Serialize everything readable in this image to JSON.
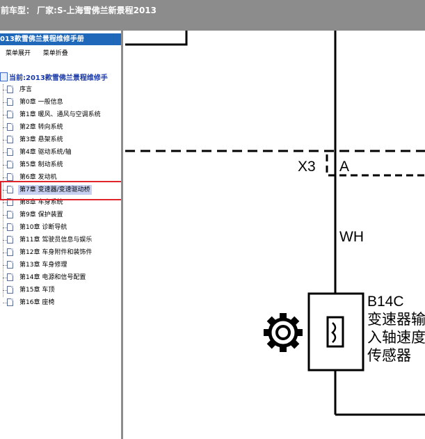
{
  "window": {
    "title": "前车型：  厂家:S-上海雪佛兰新景程2013"
  },
  "sidebar": {
    "manual_title": "013款雪佛兰景程维修手册",
    "expand_label": "菜单展开",
    "collapse_label": "菜单折叠",
    "root_label": "当前:2013款雪佛兰景程维修手",
    "items": [
      {
        "label": "序言"
      },
      {
        "label": "第0章 一般信息"
      },
      {
        "label": "第1章 暖风、通风与空调系统"
      },
      {
        "label": "第2章 转向系统"
      },
      {
        "label": "第3章 悬架系统"
      },
      {
        "label": "第4章 驱动系统/轴"
      },
      {
        "label": "第5章 制动系统"
      },
      {
        "label": "第6章 发动机"
      },
      {
        "label": "第7章 变速器/变速驱动桥"
      },
      {
        "label": "第8章 车身系统"
      },
      {
        "label": "第9章 保护装置"
      },
      {
        "label": "第10章 诊断导航"
      },
      {
        "label": "第11章 驾驶员信息与娱乐"
      },
      {
        "label": "第12章 车身附件和装饰件"
      },
      {
        "label": "第13章 车身修理"
      },
      {
        "label": "第14章 电源和信号配置"
      },
      {
        "label": "第15章 车顶"
      },
      {
        "label": "第16章 座椅"
      }
    ],
    "selected_index": 8
  },
  "diagram": {
    "connector_label": "X3",
    "pin_label": "A",
    "wire_color_label": "WH",
    "component_id": "B14C",
    "component_name_lines": [
      "变速器输",
      "入轴速度",
      "传感器"
    ],
    "icons": [
      "gear-icon",
      "sensor-symbol-icon"
    ],
    "colors": {
      "highlight_box": "#e0242b",
      "selection": "#c7d0f0",
      "header": "#1f67b8",
      "titlebar": "#8c8c8c"
    }
  }
}
